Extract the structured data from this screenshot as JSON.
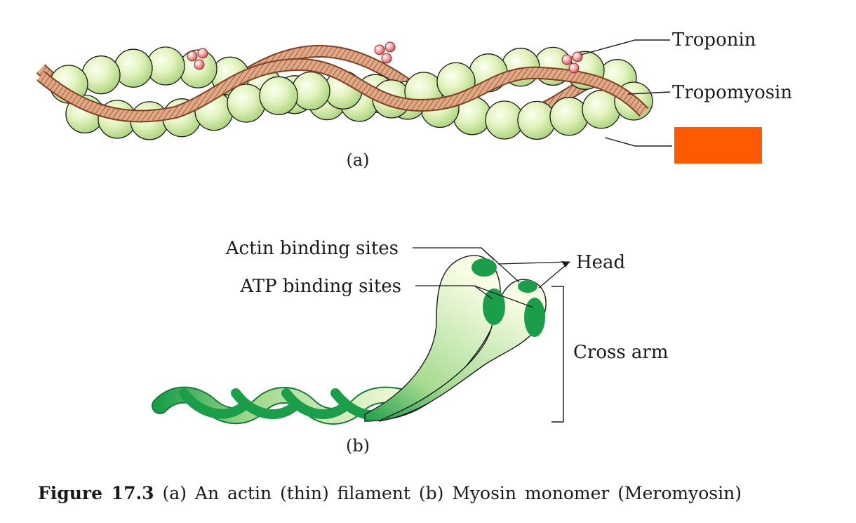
{
  "panel_a": {
    "label": "(a)",
    "labels": {
      "troponin": "Troponin",
      "tropomyosin": "Tropomyosin"
    },
    "redacted_box_color": "#FF5A00"
  },
  "panel_b": {
    "label": "(b)",
    "labels": {
      "actin_binding_sites": "Actin binding sites",
      "atp_binding_sites": "ATP binding sites",
      "head": "Head",
      "cross_arm": "Cross arm"
    }
  },
  "caption": {
    "figure_label": "Figure 17.3",
    "text": "(a) An actin (thin) filament (b) Myosin monomer (Meromyosin)"
  },
  "colors": {
    "actin_bead": "#CFEAA0",
    "tropomyosin": "#D9A07A",
    "troponin": "#E8686C",
    "myosin_dark": "#1B9E4A",
    "myosin_light": "#F4FAD6"
  }
}
